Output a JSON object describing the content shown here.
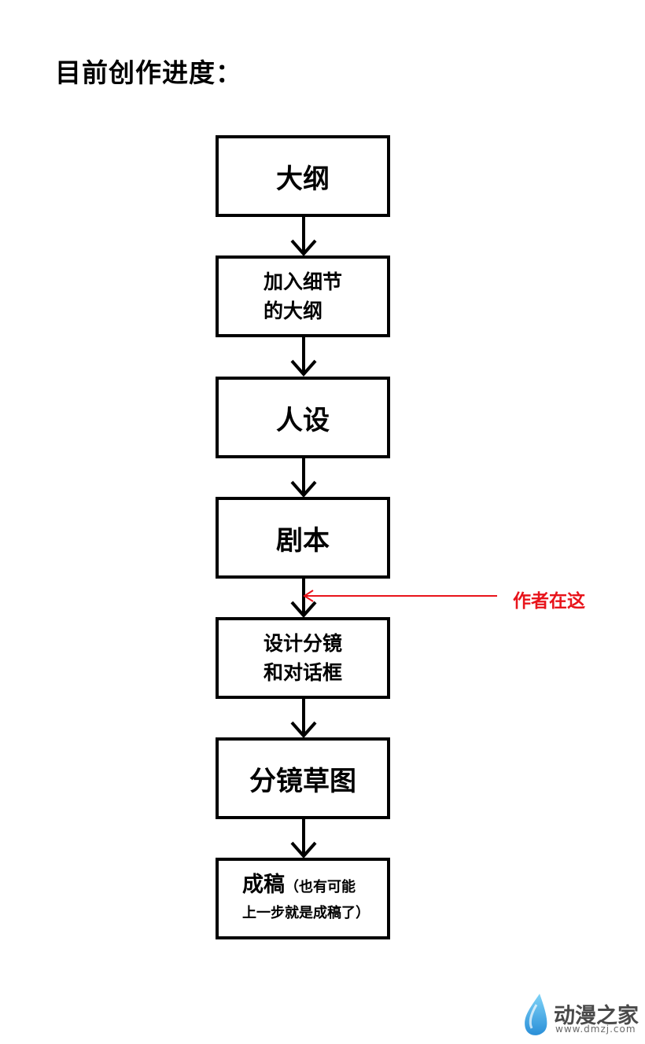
{
  "title": "目前创作进度：",
  "steps": [
    {
      "line1": "大纲"
    },
    {
      "line1": "加入细节",
      "line2": "的大纲"
    },
    {
      "line1": "人设"
    },
    {
      "line1": "剧本"
    },
    {
      "line1": "设计分镜",
      "line2": "和对话框"
    },
    {
      "line1": "分镜草图"
    },
    {
      "line1": "成稿",
      "note": "（也有可能",
      "line2": "上一步就是成稿了）"
    }
  ],
  "marker": {
    "text": "作者在这",
    "color": "#e8141b"
  },
  "watermark": {
    "name": "动漫之家",
    "url": "www.dmzj.com"
  }
}
